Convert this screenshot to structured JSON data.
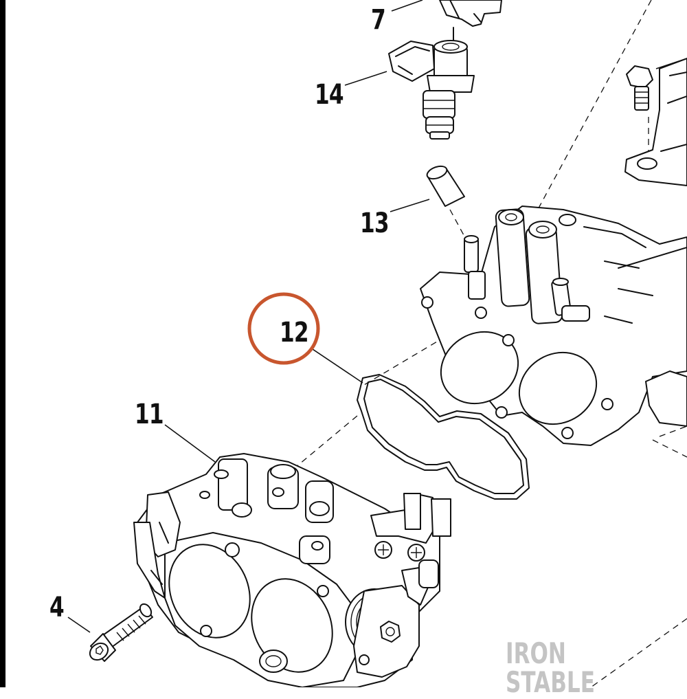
{
  "callouts": {
    "c7": "7",
    "c14": "14",
    "c13": "13",
    "c12": "12",
    "c11": "11",
    "c4": "4"
  },
  "highlighted_callout": "12",
  "highlight_color": "#C8562E",
  "watermark": "IRON STABLE"
}
